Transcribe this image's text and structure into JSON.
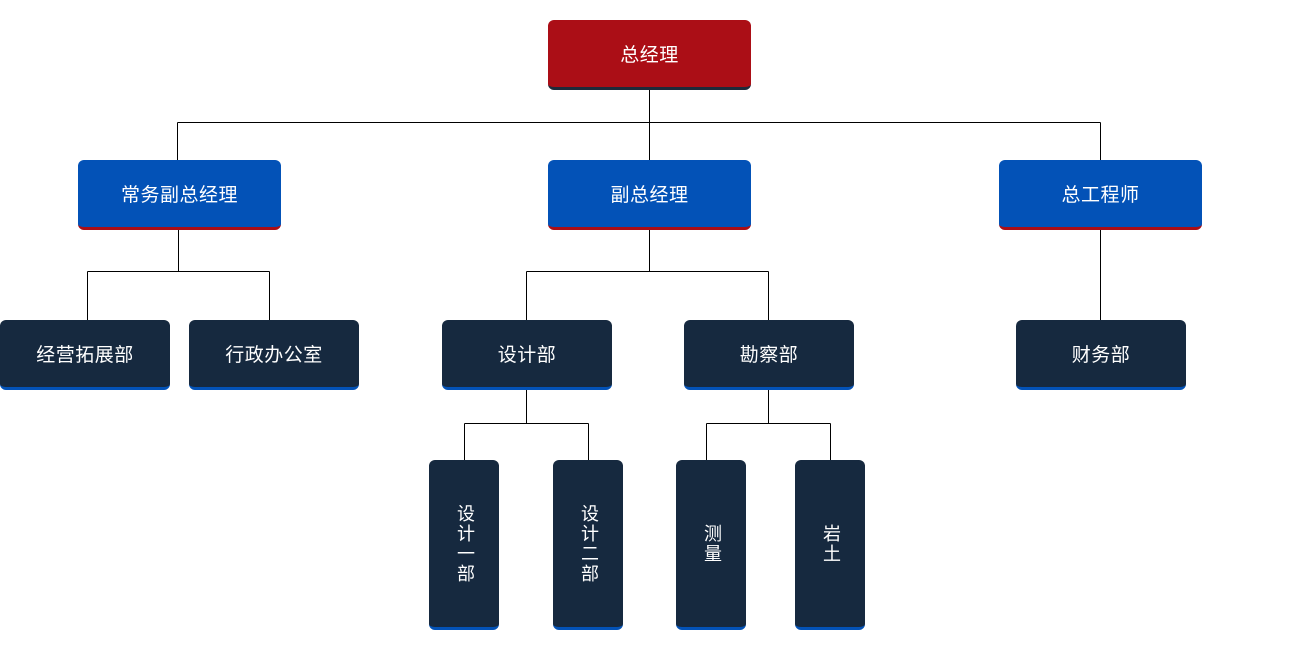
{
  "org": {
    "ceo": "总经理",
    "level2": {
      "executive_vp": "常务副总经理",
      "vp": "副总经理",
      "chief_engineer": "总工程师"
    },
    "level3": {
      "business_dev": "经营拓展部",
      "admin_office": "行政办公室",
      "design_dept": "设计部",
      "survey_dept": "勘察部",
      "finance_dept": "财务部"
    },
    "level4": {
      "design_one": "设计一部",
      "design_two": "设计二部",
      "measurement": "测量",
      "geotech": "岩土"
    }
  },
  "colors": {
    "top": "#ab0e16",
    "middle": "#0352b7",
    "lower": "#16293f",
    "connector": "#000000"
  }
}
